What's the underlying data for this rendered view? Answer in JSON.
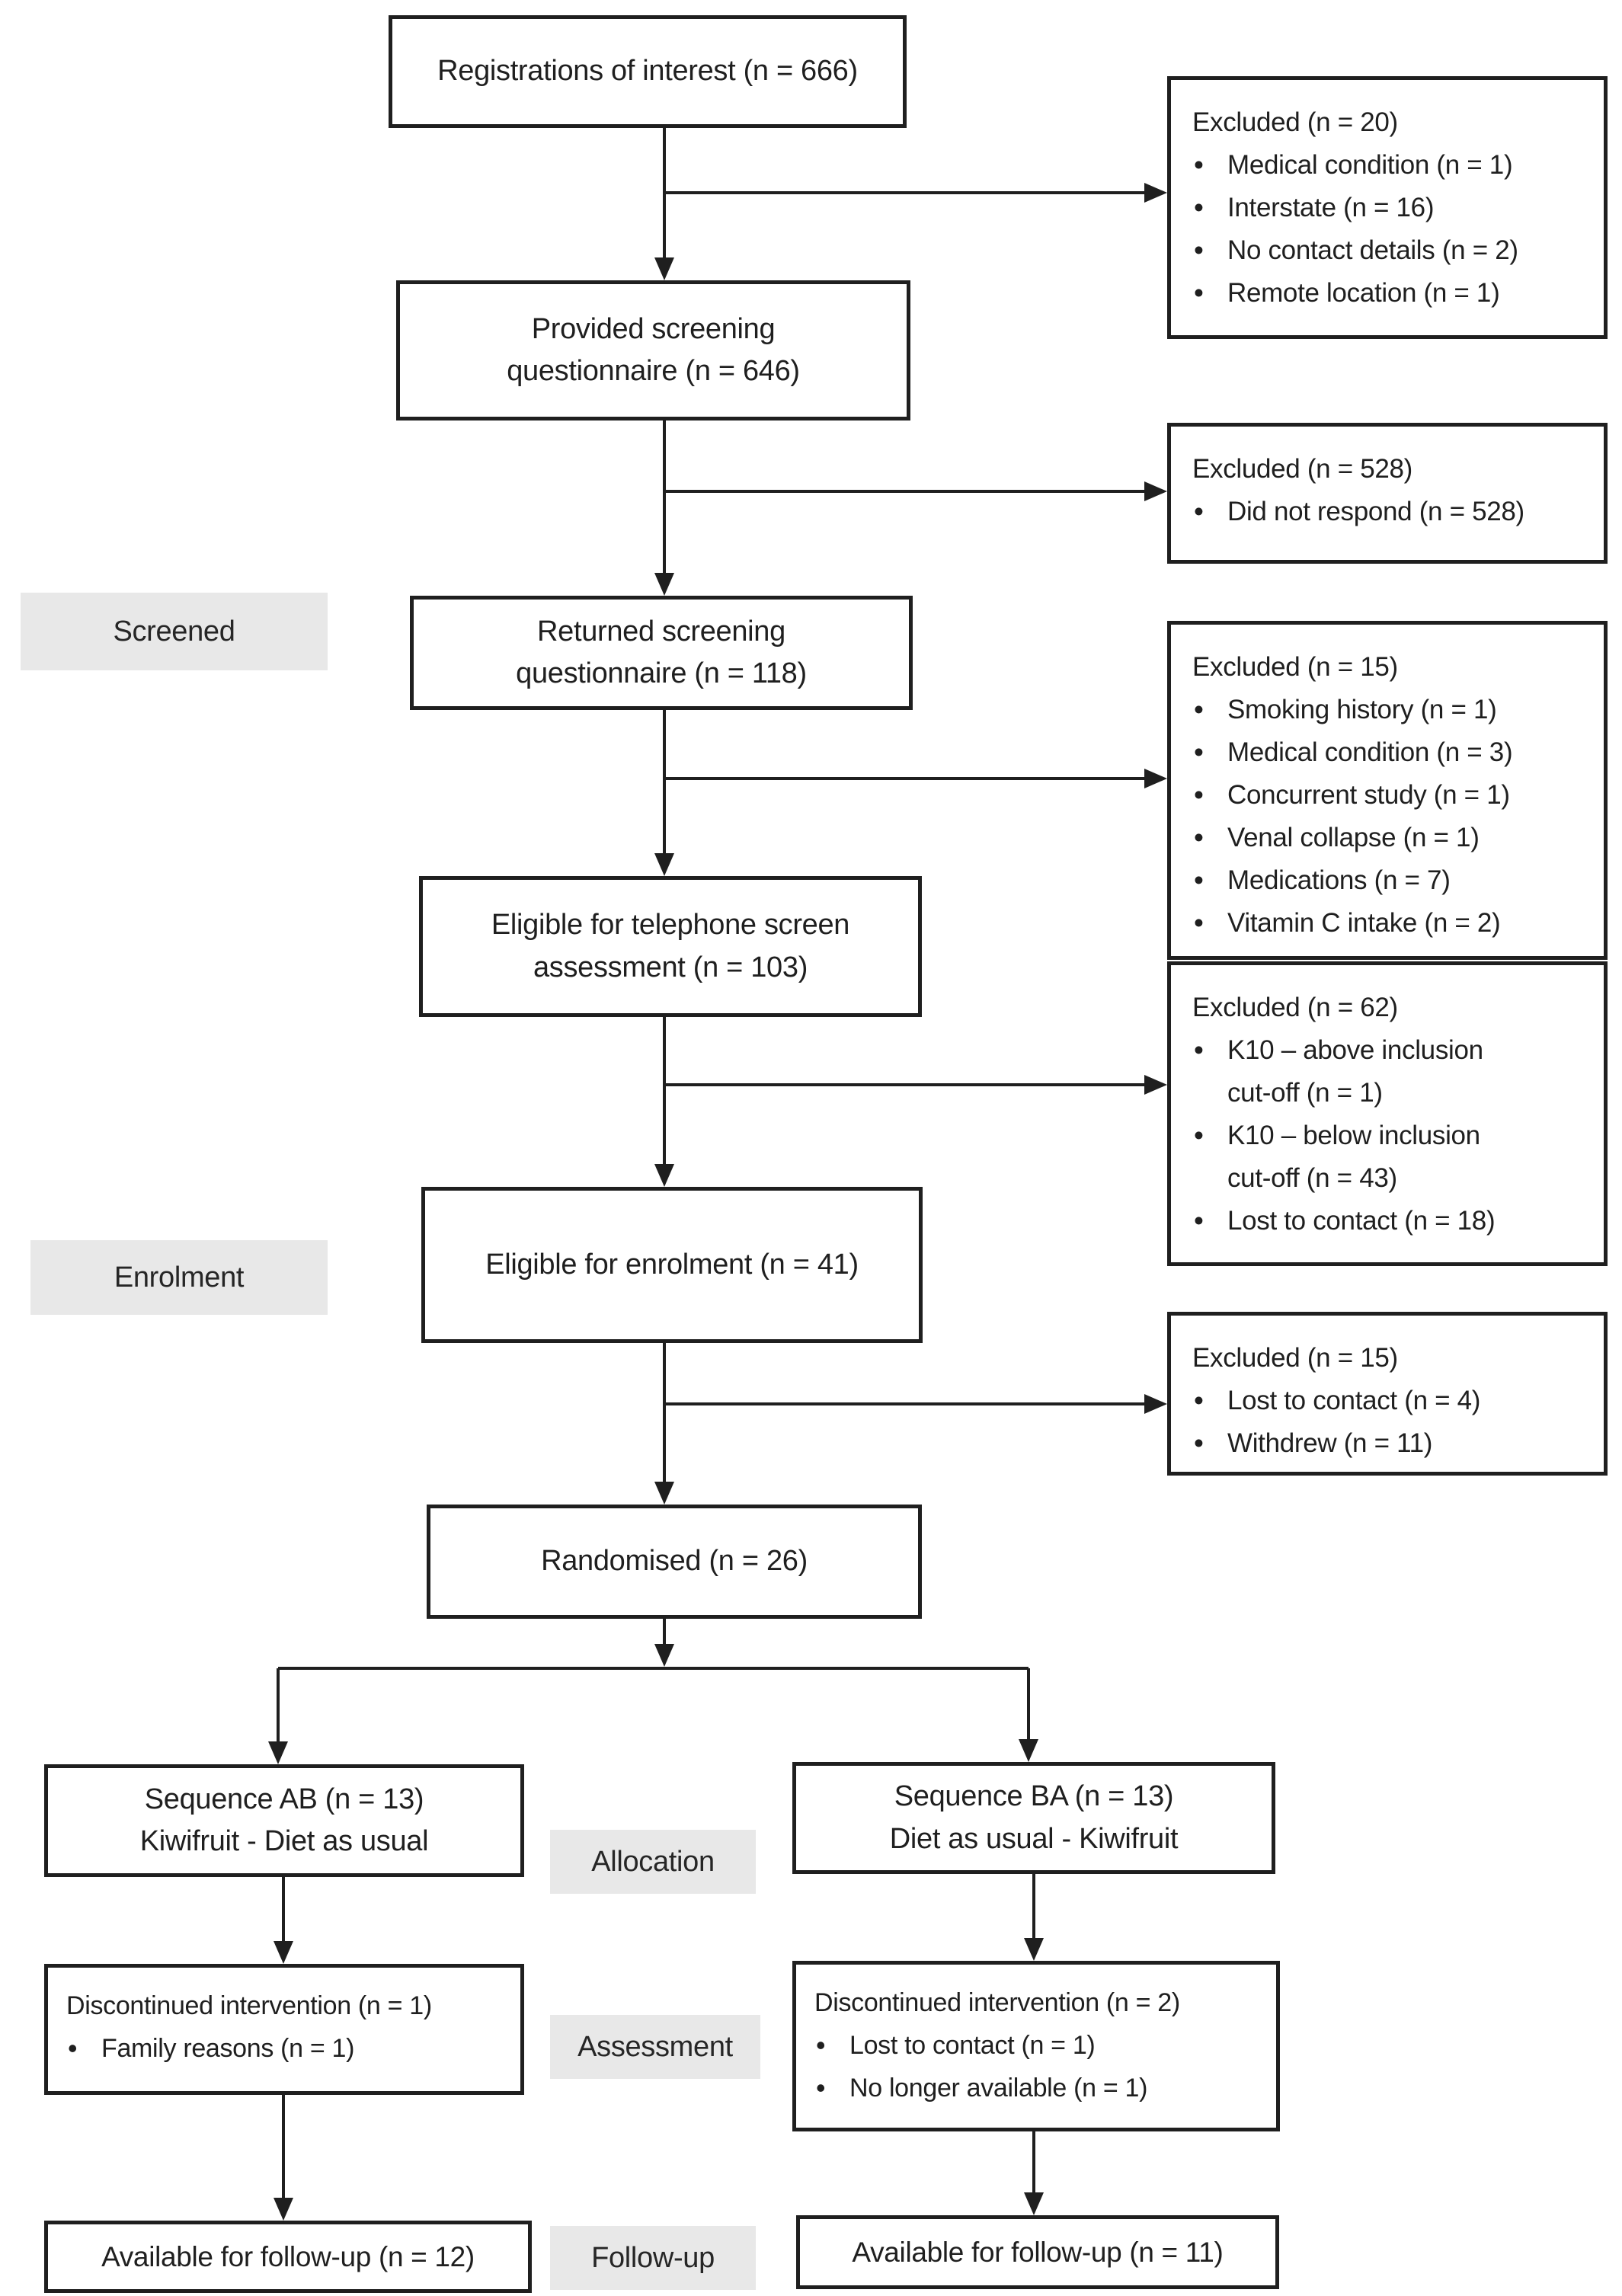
{
  "colors": {
    "box_border": "#1f1f1f",
    "text": "#1f1f1f",
    "stage_label_background": "#e8e8e8",
    "page_background": "#ffffff"
  },
  "stage_labels": {
    "screened": "Screened",
    "enrolment": "Enrolment",
    "allocation": "Allocation",
    "assessment": "Assessment",
    "followup": "Follow-up"
  },
  "flow": {
    "registrations": "Registrations of interest (n = 666)",
    "provided": "Provided screening\nquestionnaire (n = 646)",
    "returned": "Returned screening\nquestionnaire (n = 118)",
    "eligible_telephone": "Eligible for telephone screen\nassessment (n = 103)",
    "eligible_enrolment": "Eligible for enrolment (n = 41)",
    "randomised": "Randomised (n = 26)",
    "sequence_ab": "Sequence AB (n = 13)\nKiwifruit - Diet as usual",
    "sequence_ba": "Sequence BA (n = 13)\nDiet as usual - Kiwifruit",
    "available_ab": "Available for follow-up (n = 12)",
    "available_ba": "Available for follow-up (n = 11)"
  },
  "excluded": {
    "registration": {
      "title": "Excluded (n = 20)",
      "items": [
        "Medical condition (n = 1)",
        "Interstate (n = 16)",
        "No contact details (n = 2)",
        "Remote location (n = 1)"
      ]
    },
    "screening_sent": {
      "title": "Excluded (n = 528)",
      "items": [
        "Did not respond (n = 528)"
      ]
    },
    "screening_returned": {
      "title": "Excluded (n = 15)",
      "items": [
        "Smoking history (n = 1)",
        "Medical condition (n = 3)",
        "Concurrent study (n = 1)",
        "Venal collapse (n = 1)",
        "Medications (n = 7)",
        "Vitamin C intake (n = 2)"
      ]
    },
    "telephone": {
      "title": "Excluded (n = 62)",
      "items": [
        "K10 – above inclusion\ncut-off (n = 1)",
        "K10 – below inclusion\ncut-off (n = 43)",
        "Lost to contact (n = 18)"
      ]
    },
    "enrolment": {
      "title": "Excluded (n = 15)",
      "items": [
        "Lost to contact (n = 4)",
        "Withdrew (n = 11)"
      ]
    }
  },
  "discontinued": {
    "ab": {
      "title": "Discontinued intervention (n = 1)",
      "items": [
        "Family reasons (n = 1)"
      ]
    },
    "ba": {
      "title": "Discontinued intervention (n = 2)",
      "items": [
        "Lost to contact (n = 1)",
        "No longer available (n = 1)"
      ]
    }
  }
}
